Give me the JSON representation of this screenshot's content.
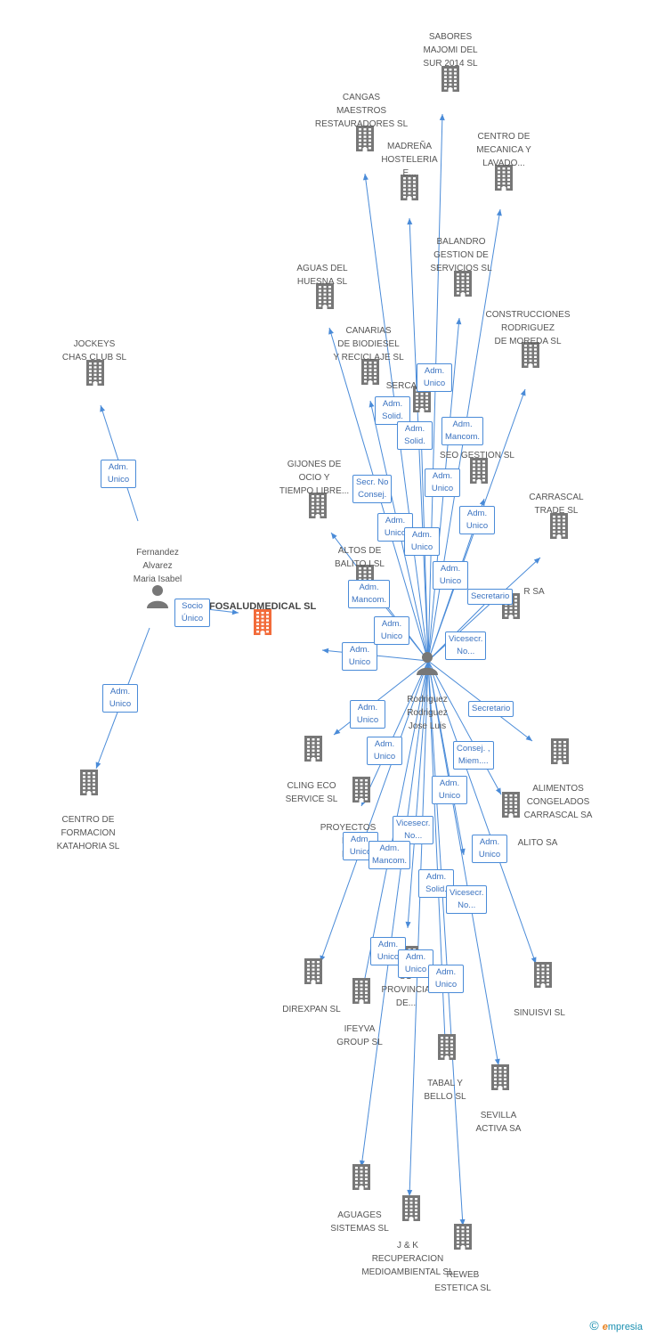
{
  "colors": {
    "edge": "#4a8bd8",
    "company": "#777777",
    "focus_company": "#f26b3a",
    "person": "#777777"
  },
  "people": [
    {
      "id": "rodriguez",
      "label": "Rodriguez\nRodriguez\nJose Luis",
      "icon": "person-icon"
    },
    {
      "id": "fernandez",
      "label": "Fernandez\nAlvarez\nMaria Isabel",
      "icon": "person-icon"
    }
  ],
  "focus_company": {
    "label": "FOSALUDMEDICAL SL",
    "icon": "building-icon"
  },
  "companies": [
    {
      "id": "sabores",
      "label": "SABORES\nMAJOMI DEL\nSUR 2014  SL"
    },
    {
      "id": "cangas",
      "label": "CANGAS\nMAESTROS\nRESTAURADORES SL"
    },
    {
      "id": "madrena",
      "label": "MADREÑA\nHOSTELERIA\nE..."
    },
    {
      "id": "centro_mecanica",
      "label": "CENTRO DE\nMECANICA Y\nLAVADO..."
    },
    {
      "id": "balandro",
      "label": "BALANDRO\nGESTION DE\nSERVICIOS SL"
    },
    {
      "id": "aguas",
      "label": "AGUAS DEL\nHUESNA SL"
    },
    {
      "id": "construcciones",
      "label": "CONSTRUCCIONES\nRODRIGUEZ\nDE MOREDA  SL"
    },
    {
      "id": "canarias",
      "label": "CANARIAS\nDE BIODIESEL\nY RECICLAJE SL"
    },
    {
      "id": "serca",
      "label": "SERCA"
    },
    {
      "id": "seo",
      "label": "SEO GESTION SL"
    },
    {
      "id": "gijones",
      "label": "GIJONES DE\nOCIO Y\nTIEMPO LIBRE..."
    },
    {
      "id": "carrascal",
      "label": "CARRASCAL\nTRADE SL"
    },
    {
      "id": "altos",
      "label": "ALTOS DE\nBALITO I  SL"
    },
    {
      "id": "r_sa",
      "label": "R SA"
    },
    {
      "id": "jockeys",
      "label": "JOCKEYS\nCHAS CLUB  SL"
    },
    {
      "id": "centro_formacion",
      "label": "CENTRO DE\nFORMACION\nKATAHORIA SL"
    },
    {
      "id": "cling",
      "label": "CLING ECO\nSERVICE  SL"
    },
    {
      "id": "alimentos",
      "label": "ALIMENTOS\nCONGELADOS\nCARRASCAL SA"
    },
    {
      "id": "proyectos",
      "label": "PROYECTOS\nDE\nDE"
    },
    {
      "id": "alito",
      "label": "ALITO SA"
    },
    {
      "id": "direxpan",
      "label": "DIREXPAN SL"
    },
    {
      "id": "ifeyva",
      "label": "IFEYVA\nGROUP SL"
    },
    {
      "id": "so_provincia",
      "label": "SO\nPROVINCIA\nDE..."
    },
    {
      "id": "sinuisvi",
      "label": "SINUISVI SL"
    },
    {
      "id": "tabal",
      "label": "TABAL Y\nBELLO  SL"
    },
    {
      "id": "sevilla",
      "label": "SEVILLA\nACTIVA SA"
    },
    {
      "id": "aguages",
      "label": "AGUAGES\nSISTEMAS SL"
    },
    {
      "id": "jk",
      "label": "J & K\nRECUPERACION\nMEDIOAMBIENTAL SL"
    },
    {
      "id": "reweb",
      "label": "REWEB\nESTETICA SL"
    }
  ],
  "relations": [
    "Adm.\nUnico",
    "Adm.\nSolid.",
    "Adm.\nSolid.",
    "Adm.\nMancom.",
    "Secr.  No\nConsej.",
    "Adm.\nUnico",
    "Adm.\nUnico",
    "Adm.\nUnico",
    "Adm.\nUnico",
    "Adm.\nUnico",
    "Adm.\nMancom.",
    "Secretario",
    "Adm.\nUnico",
    "Adm.\nUnico",
    "Vicesecr.\nNo...",
    "Adm.\nUnico",
    "Socio\nÚnico",
    "Adm.\nUnico",
    "Adm.\nUnico",
    "Secretario",
    "Adm.\nUnico",
    "Consej. ,\nMiem....",
    "Adm.\nUnico",
    "Vicesecr.\nNo...",
    "Adm.\nUnico",
    "Adm.\nMancom.",
    "Adm.\nUnico",
    "Adm.\nSolid.",
    "Vicesecr.\nNo...",
    "Adm.\nUnico",
    "Adm.\nUnico",
    "Adm.\nUnico"
  ],
  "footer": {
    "copyright": "©",
    "brand_e": "e",
    "brand_rest": "mpresia"
  }
}
